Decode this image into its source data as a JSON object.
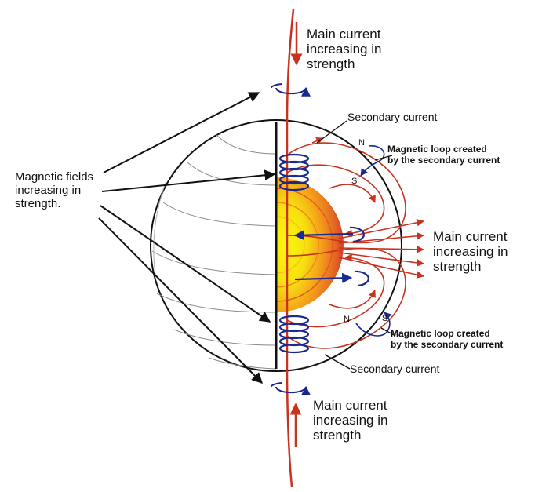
{
  "labels": {
    "main_current_top": [
      "Main current",
      "increasing in",
      "strength"
    ],
    "main_current_right": [
      "Main current",
      "increasing in",
      "strength"
    ],
    "main_current_bottom": [
      "Main current",
      "increasing in",
      "strength"
    ],
    "secondary_current_top": "Secondary current",
    "secondary_current_bottom": "Secondary current",
    "magnetic_fields": [
      "Magnetic fields",
      "increasing in",
      "strength."
    ],
    "magnetic_loop_top": [
      "Magnetic loop created",
      "by the secondary current"
    ],
    "magnetic_loop_bottom": [
      "Magnetic loop created",
      "by the secondary current"
    ],
    "pole_n": "N",
    "pole_s": "S"
  },
  "colors": {
    "current_red": "#c8321e",
    "field_blue": "#1a2a8c",
    "outline": "#111111",
    "latitude": "#8a8a8a",
    "core_yellow": "#f7f20a",
    "core_orange": "#f39a1c",
    "core_red": "#d9402a"
  }
}
